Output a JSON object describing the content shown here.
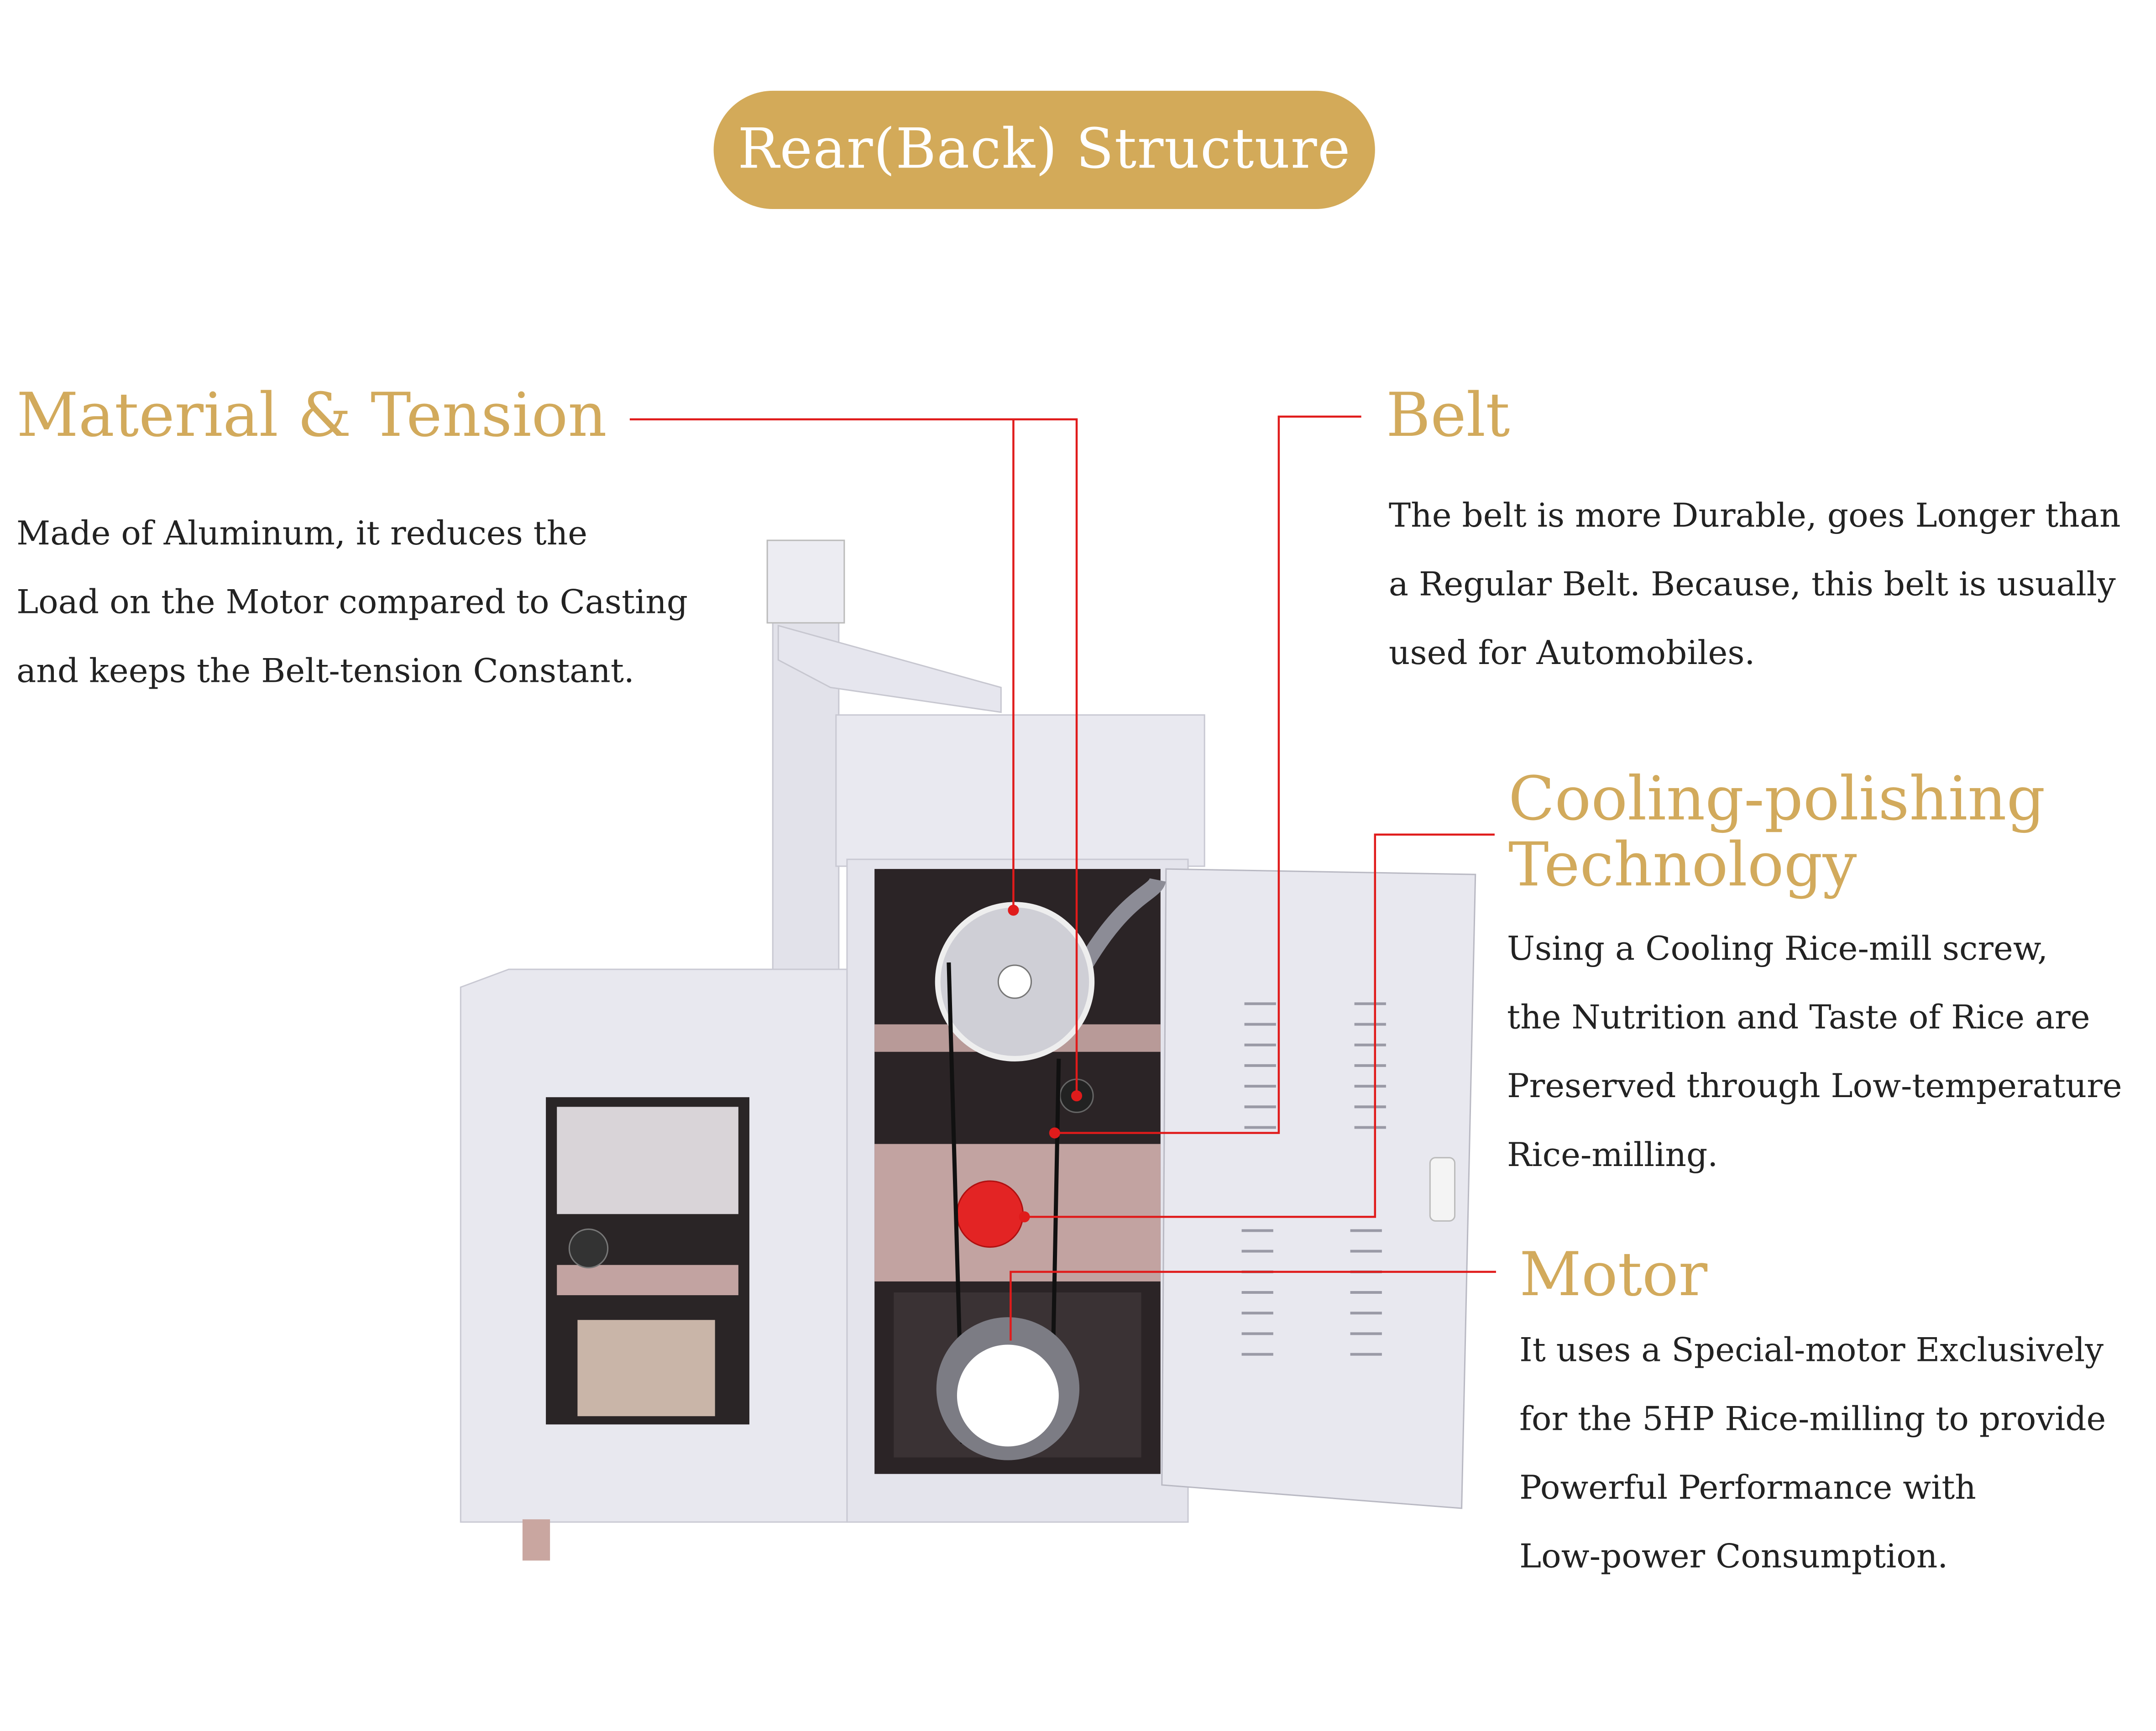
{
  "header": {
    "title": "Rear(Back) Structure"
  },
  "sections": {
    "material": {
      "title": "Material & Tension",
      "lines": [
        "Made of Aluminum, it reduces the",
        "Load on the Motor compared to Casting",
        "and keeps the Belt-tension Constant."
      ]
    },
    "belt": {
      "title": "Belt",
      "lines": [
        "The belt is more Durable, goes Longer than",
        "a Regular Belt. Because, this belt is usually",
        "used for Automobiles."
      ]
    },
    "cooling": {
      "title_lines": [
        "Cooling-polishing",
        "Technology"
      ],
      "lines": [
        "Using a Cooling Rice-mill screw,",
        "the Nutrition and Taste of Rice are",
        "Preserved through Low-temperature",
        "Rice-milling."
      ]
    },
    "motor": {
      "title": "Motor",
      "lines": [
        "It uses a Special-motor Exclusively",
        "for the 5HP Rice-milling to provide",
        "Powerful Performance with",
        "Low-power Consumption."
      ]
    }
  },
  "colors": {
    "accent": "#d3aa59",
    "callout": "#e01b1b"
  }
}
